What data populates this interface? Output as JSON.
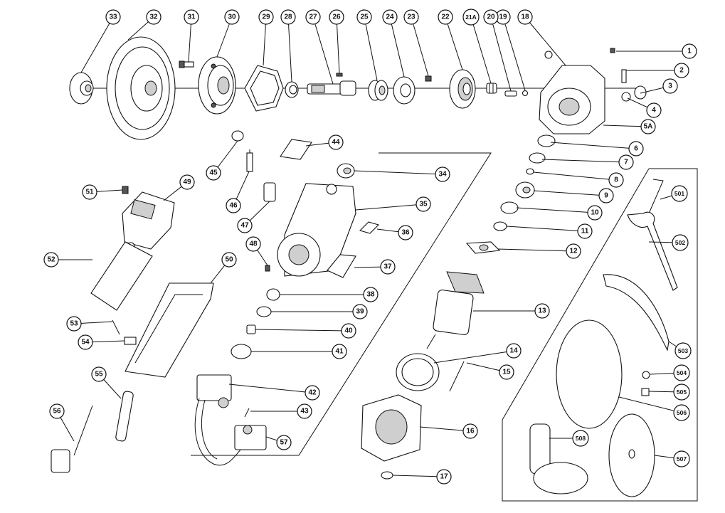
{
  "callouts": [
    "1",
    "2",
    "3",
    "4",
    "5A",
    "6",
    "7",
    "8",
    "9",
    "10",
    "11",
    "12",
    "13",
    "14",
    "15",
    "16",
    "17",
    "18",
    "19",
    "20",
    "21A",
    "22",
    "23",
    "24",
    "25",
    "26",
    "27",
    "28",
    "29",
    "30",
    "31",
    "32",
    "33",
    "34",
    "35",
    "36",
    "37",
    "38",
    "39",
    "40",
    "41",
    "42",
    "43",
    "44",
    "45",
    "46",
    "47",
    "48",
    "49",
    "50",
    "51",
    "52",
    "53",
    "54",
    "55",
    "56",
    "57",
    "501",
    "502",
    "503",
    "504",
    "505",
    "506",
    "507",
    "508"
  ]
}
